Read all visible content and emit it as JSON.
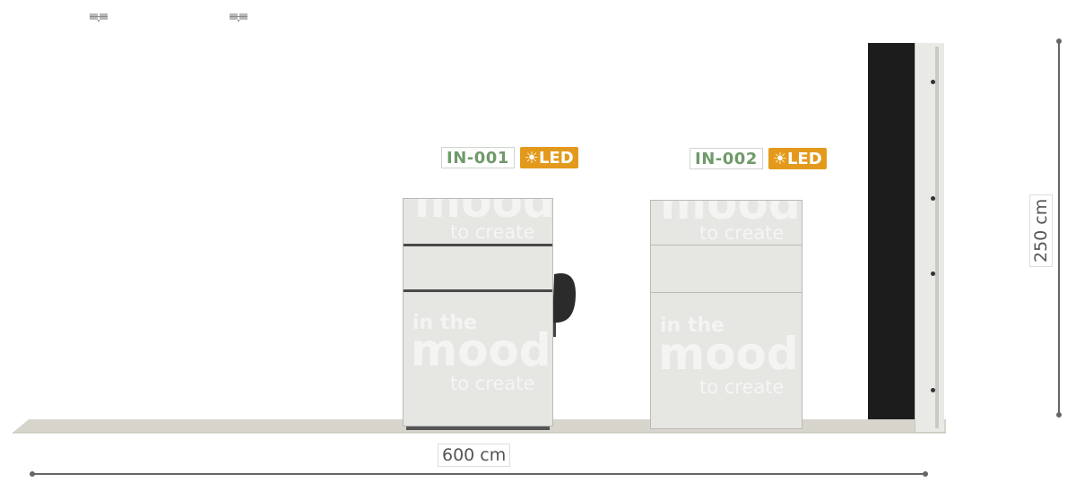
{
  "labels": {
    "counter1_id": "IN-001",
    "counter2_id": "IN-002",
    "led_text": "LED",
    "led_icon": "☀"
  },
  "graphic": {
    "line1": "in the",
    "line2": "mood",
    "line3": "to create"
  },
  "dimensions": {
    "width": "600 cm",
    "height": "250 cm"
  },
  "colors": {
    "id_text": "#6f9a6a",
    "led_badge": "#e39a1c",
    "panel": "#e6e7e3",
    "wall_dark": "#1c1c1c",
    "floor": "#d7d5cc"
  },
  "icons": [
    "spotlight-icon",
    "spotlight-icon",
    "sun-icon"
  ]
}
